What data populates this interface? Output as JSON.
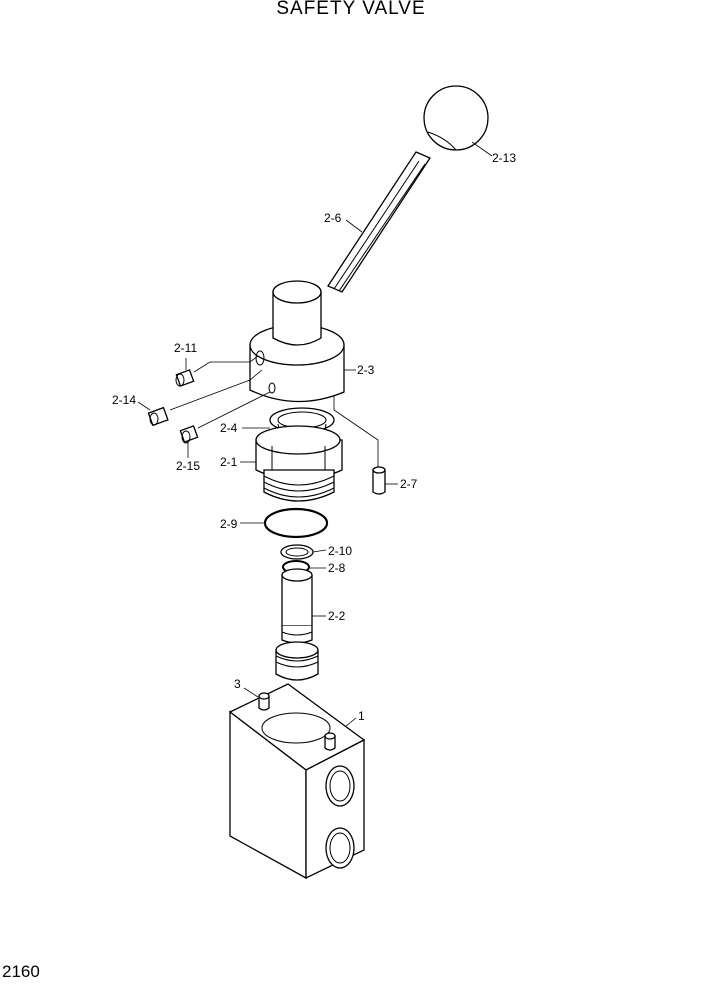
{
  "title": "SAFETY VALVE",
  "page_number": "2160",
  "callouts": {
    "c2_13": "2-13",
    "c2_6": "2-6",
    "c2_3": "2-3",
    "c2_11": "2-11",
    "c2_14": "2-14",
    "c2_4": "2-4",
    "c2_1": "2-1",
    "c2_15": "2-15",
    "c2_7": "2-7",
    "c2_9": "2-9",
    "c2_10": "2-10",
    "c2_8": "2-8",
    "c2_2": "2-2",
    "c3": "3",
    "c1": "1"
  }
}
